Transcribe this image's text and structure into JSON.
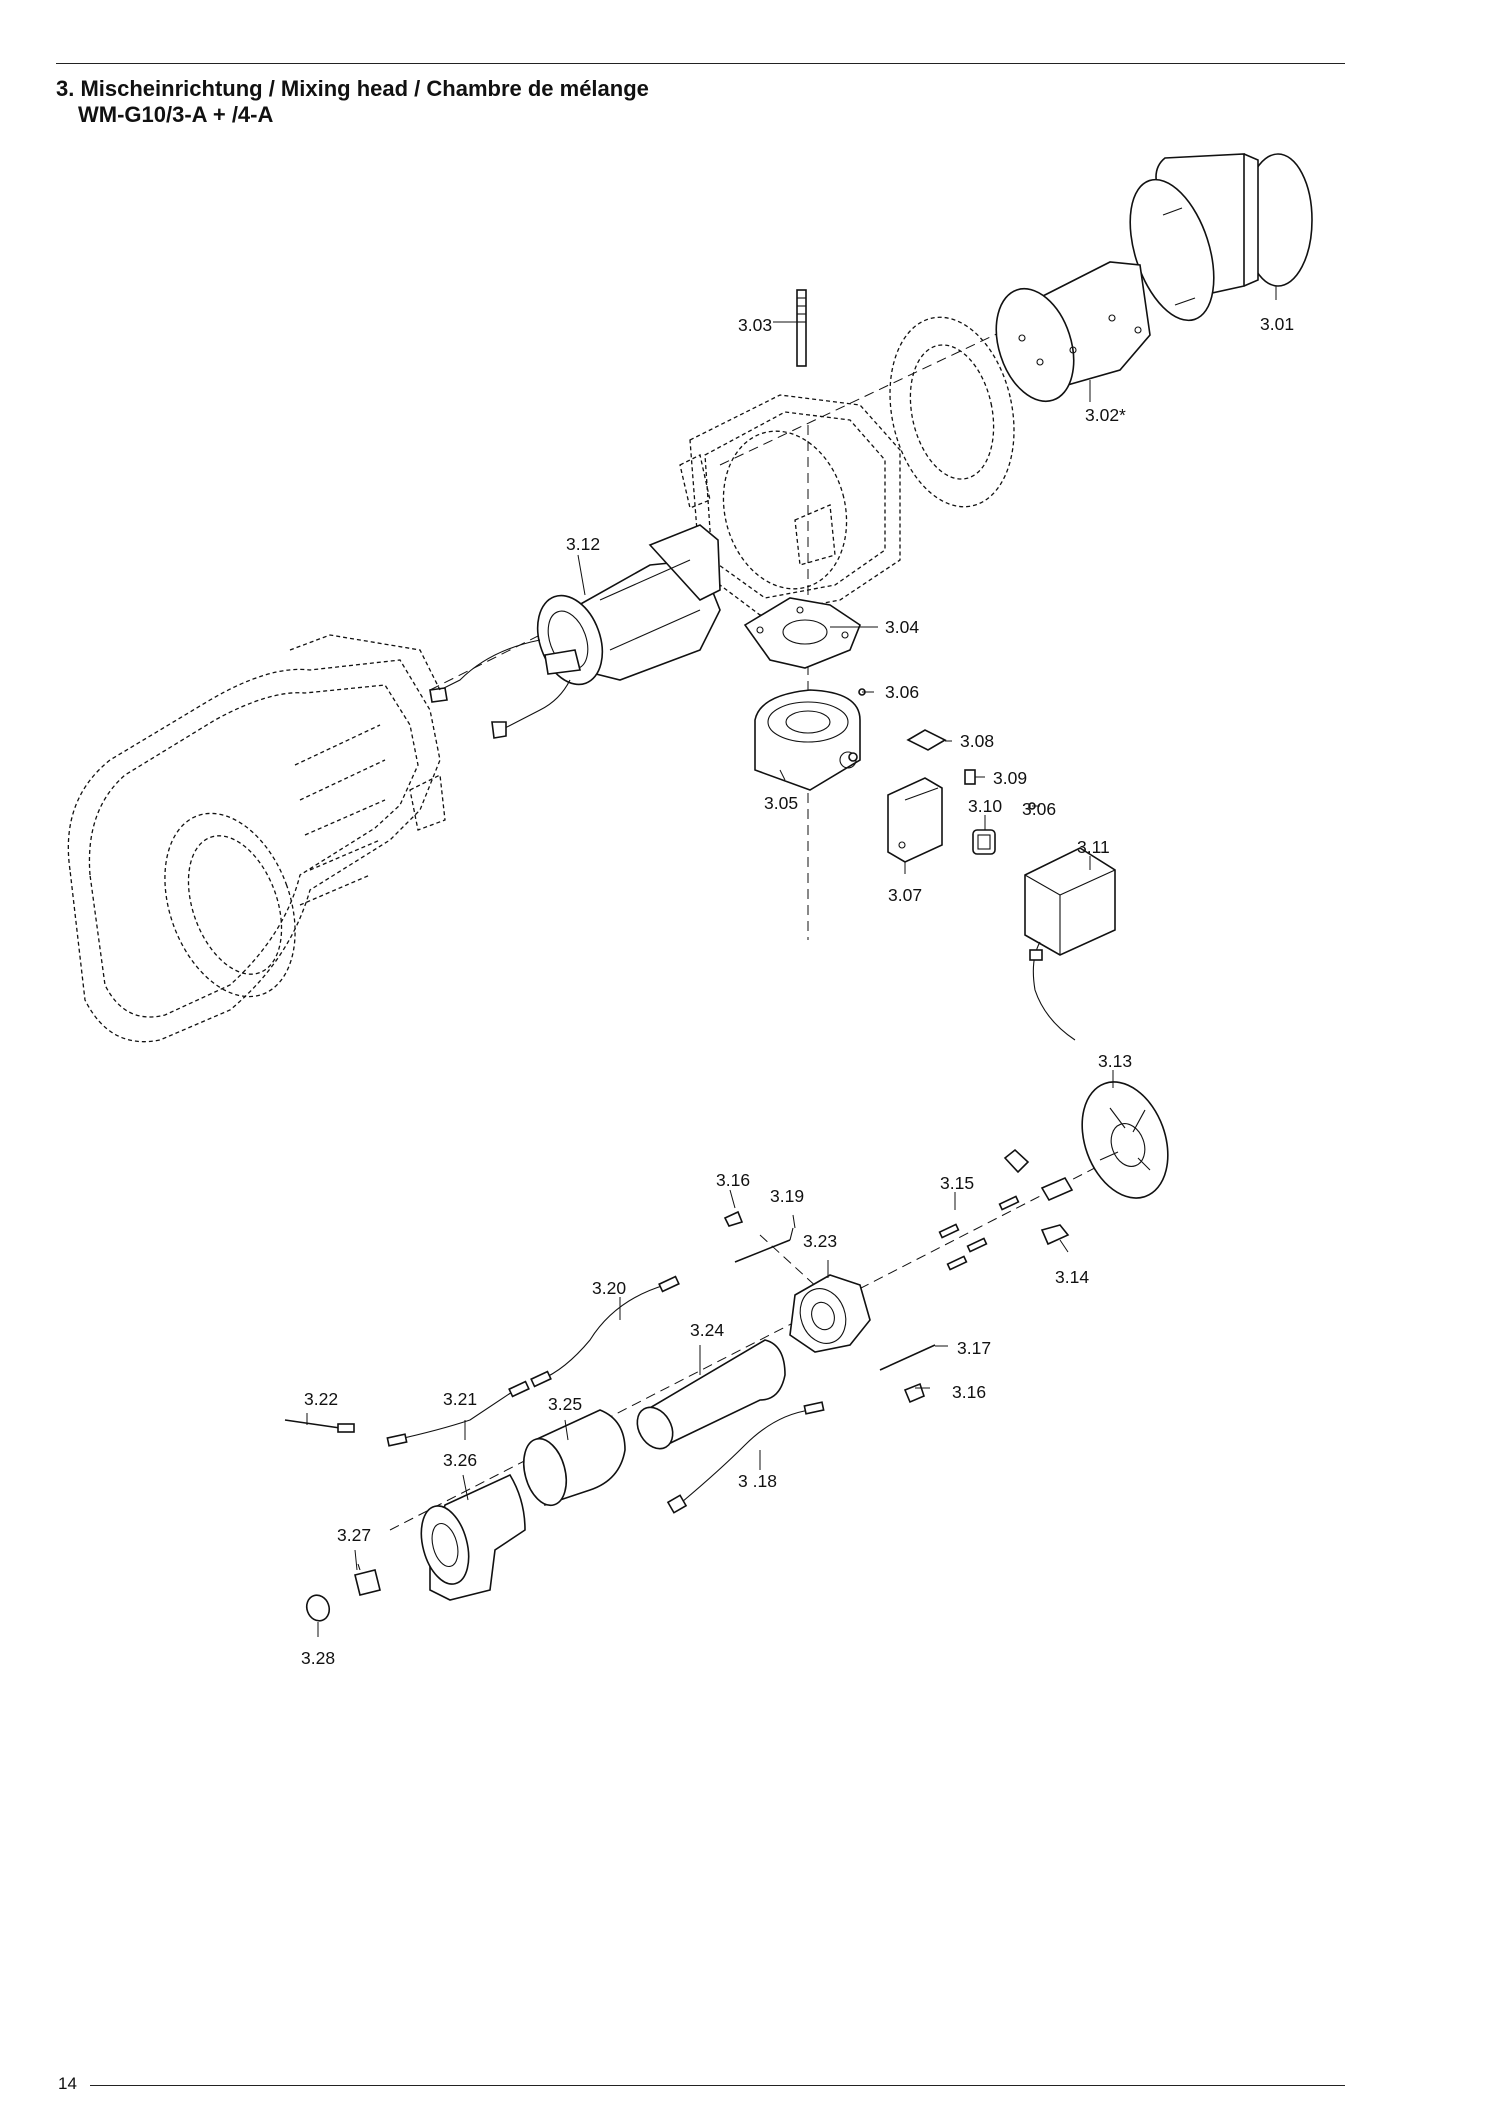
{
  "header": {
    "title_line1": "3. Mischeinrichtung / Mixing head / Chambre de mélange",
    "title_line2": "WM-G10/3-A + /4-A"
  },
  "footer": {
    "page_number": "14"
  },
  "parts": {
    "p301": "3.01",
    "p302": "3.02*",
    "p303": "3.03",
    "p304": "3.04",
    "p305": "3.05",
    "p306a": "3.06",
    "p306b": "3.06",
    "p307": "3.07",
    "p308": "3.08",
    "p309": "3.09",
    "p310": "3.10",
    "p311": "3.11",
    "p312": "3.12",
    "p313": "3.13",
    "p314": "3.14",
    "p315": "3.15",
    "p316a": "3.16",
    "p316b": "3.16",
    "p317": "3.17",
    "p318": "3 .18",
    "p319": "3.19",
    "p320": "3.20",
    "p321": "3.21",
    "p322": "3.22",
    "p323": "3.23",
    "p324": "3.24",
    "p325": "3.25",
    "p326": "3.26",
    "p327": "3.27",
    "p328": "3.28"
  }
}
